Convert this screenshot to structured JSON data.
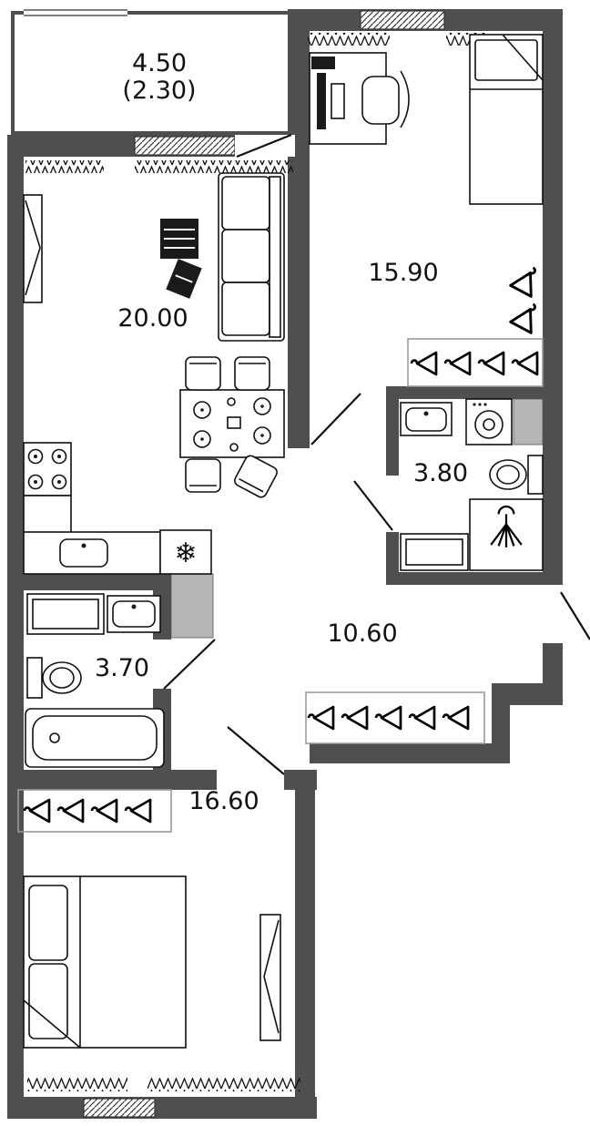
{
  "colors": {
    "wall_dark": "#4f4f4f",
    "wall_light": "#b5b5b5",
    "line": "#111111",
    "background": "#ffffff"
  },
  "icons": {
    "snowflake": "❄"
  },
  "rooms": [
    {
      "id": "balcony",
      "area": "4.50",
      "area_secondary": "(2.30)"
    },
    {
      "id": "living-room-kitchen",
      "area": "20.00"
    },
    {
      "id": "bedroom",
      "area": "15.90"
    },
    {
      "id": "bathroom",
      "area": "3.80"
    },
    {
      "id": "hallway",
      "area": "10.60"
    },
    {
      "id": "toilet-bath",
      "area": "3.70"
    },
    {
      "id": "bedroom-2",
      "area": "16.60"
    }
  ]
}
